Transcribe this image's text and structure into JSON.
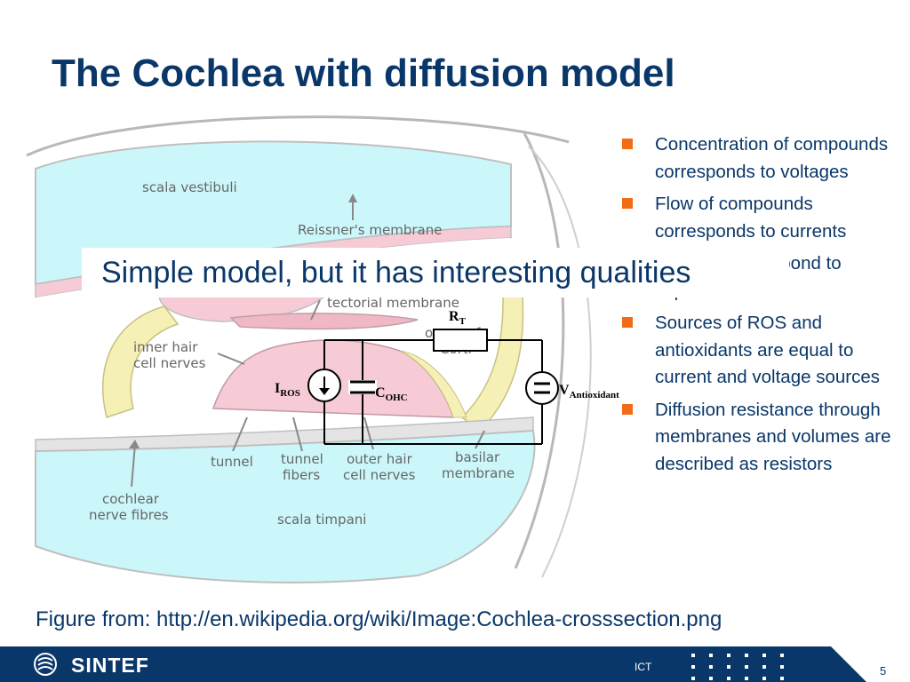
{
  "slide": {
    "title": "The Cochlea with diffusion model",
    "callout": "Simple model, but it has interesting qualities",
    "bullets": [
      "Concentration of compounds corresponds to voltages",
      "Flow of compounds corresponds to currents",
      "Volumes correspond to capacitors",
      "Sources of ROS and antioxidants are equal to current and voltage sources",
      "Diffusion resistance through membranes and volumes are described as resistors"
    ],
    "caption": "Figure from: http://en.wikipedia.org/wiki/Image:Cochlea-crosssection.png",
    "page_number": "5"
  },
  "figure": {
    "labels": {
      "scala_vestibuli": "scala vestibuli",
      "reissner": "Reissner's membrane",
      "tectorial": "tectorial membrane",
      "organ_line1": "organ of",
      "organ_line2": "Corti",
      "inner_hair_1": "inner hair",
      "inner_hair_2": "cell nerves",
      "tunnel": "tunnel",
      "tunnel_fibers_1": "tunnel",
      "tunnel_fibers_2": "fibers",
      "outer_hair_1": "outer hair",
      "outer_hair_2": "cell nerves",
      "basilar_1": "basilar",
      "basilar_2": "membrane",
      "cochlear_1": "cochlear",
      "cochlear_2": "nerve fibres",
      "scala_timpani": "scala timpani"
    },
    "circuit": {
      "r_main": "R",
      "r_sub": "T",
      "i_main": "I",
      "i_sub": "ROS",
      "c_main": "C",
      "c_sub": "OHC",
      "v_main": "V",
      "v_sub": "Antioxidant"
    }
  },
  "footer": {
    "logo_text": "SINTEF",
    "division": "ICT"
  },
  "colors": {
    "title": "#0a3769",
    "bullet_marker": "#f26c17",
    "footer_bar": "#0a3769",
    "fluid": "#ccf7fa",
    "membrane_pink": "#f6cbd6",
    "hair_cells": "#f5f0b5"
  }
}
